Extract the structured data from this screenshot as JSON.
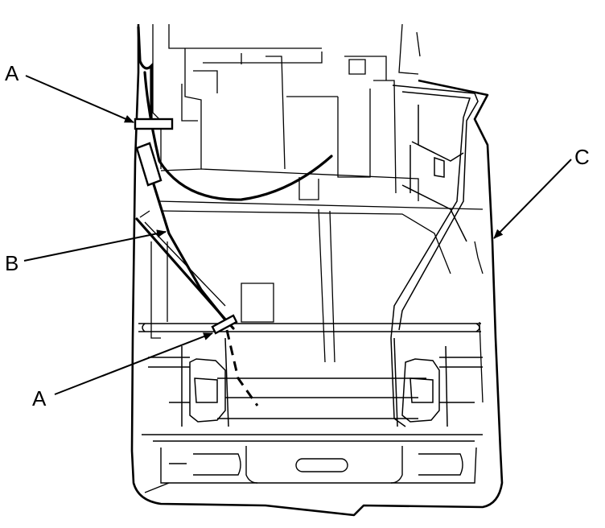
{
  "labels": {
    "a_top": "A",
    "b": "B",
    "a_bottom": "A",
    "c": "C"
  },
  "colors": {
    "line": "#000000",
    "background": "#ffffff"
  }
}
